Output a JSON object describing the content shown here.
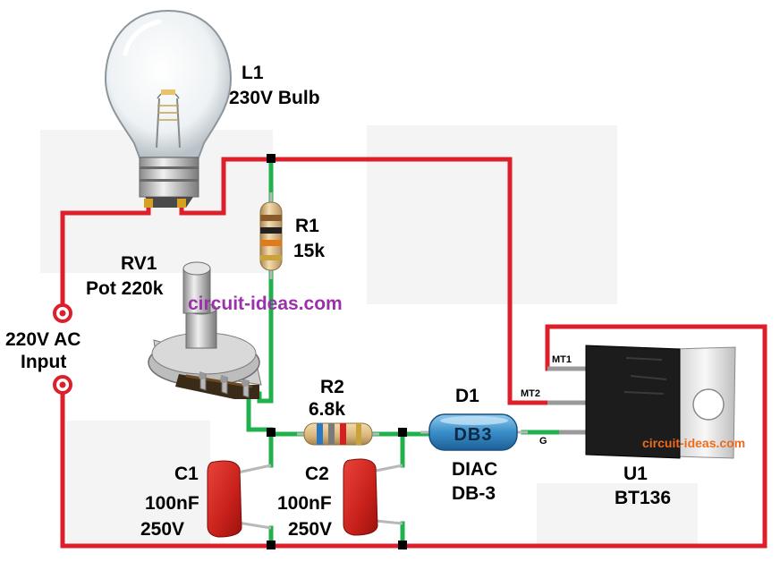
{
  "colors": {
    "wire_red": "#dd1f2b",
    "wire_green": "#21b14c",
    "junction": "#000000",
    "watermark_primary": "#9a31a8",
    "watermark_secondary": "#ef6b1c"
  },
  "components": {
    "lamp": {
      "ref": "L1",
      "value": "230V Bulb",
      "icon": "light-bulb-icon"
    },
    "pot": {
      "ref": "RV1",
      "value": "Pot 220k",
      "icon": "potentiometer-icon"
    },
    "r1": {
      "ref": "R1",
      "value": "15k",
      "icon": "resistor-icon"
    },
    "r2": {
      "ref": "R2",
      "value": "6.8k",
      "icon": "resistor-icon"
    },
    "c1": {
      "ref": "C1",
      "value": "100nF",
      "rating": "250V",
      "icon": "film-capacitor-icon"
    },
    "c2": {
      "ref": "C2",
      "value": "100nF",
      "rating": "250V",
      "icon": "film-capacitor-icon"
    },
    "diac": {
      "ref": "D1",
      "type": "DIAC",
      "part": "DB-3",
      "body_marking": "DB3",
      "icon": "diac-icon"
    },
    "triac": {
      "ref": "U1",
      "part": "BT136",
      "pins": {
        "mt1": "MT1",
        "mt2": "MT2",
        "gate": "G"
      },
      "icon": "triac-icon"
    }
  },
  "input": {
    "line1": "220V AC",
    "line2": "Input",
    "icon": "terminal-icon"
  },
  "watermarks": {
    "center": "circuit-ideas.com",
    "corner": "circuit-ideas.com"
  }
}
